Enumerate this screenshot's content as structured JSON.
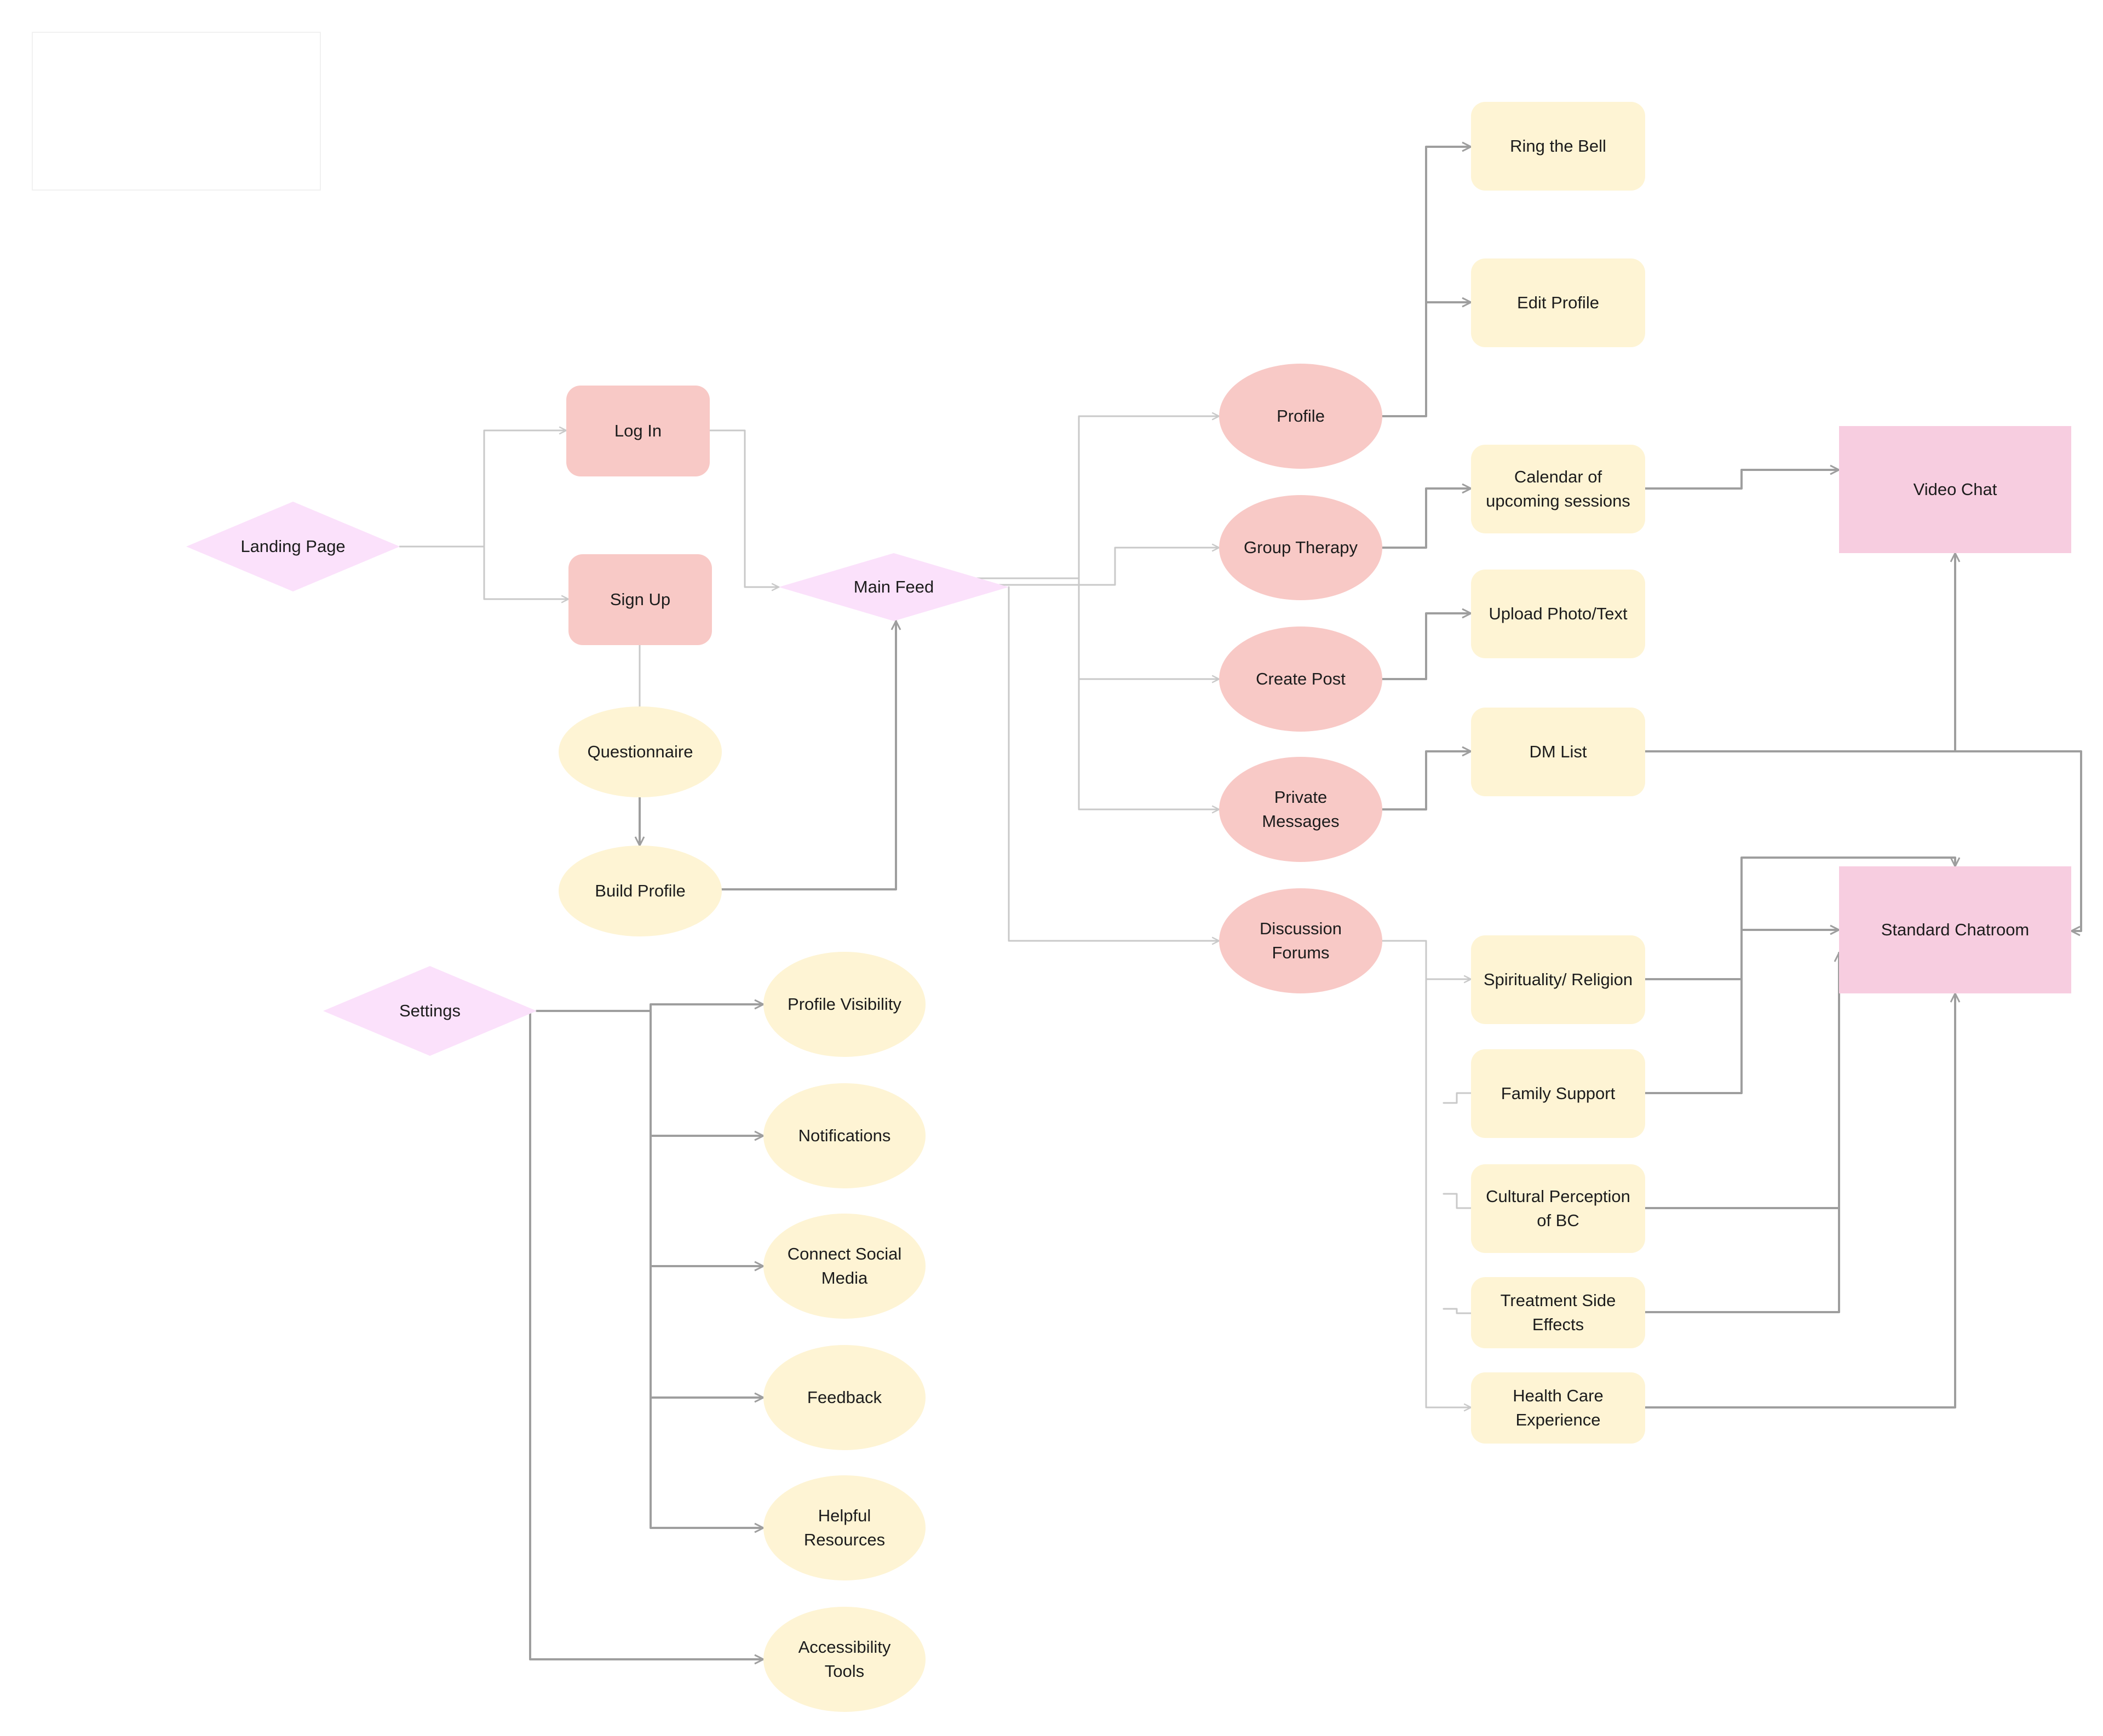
{
  "colors": {
    "pink_node": "#f8c9c6",
    "cream_node": "#fef4d4",
    "magenta_rect": "#f7cde0",
    "diamond": "#fbe1fb",
    "edge_dark": "#9e9e9e",
    "edge_light": "#c9c9c9"
  },
  "nodes": {
    "landing_page": "Landing Page",
    "log_in": "Log In",
    "sign_up": "Sign Up",
    "questionnaire": "Questionnaire",
    "build_profile": "Build Profile",
    "main_feed": "Main Feed",
    "settings": "Settings",
    "profile": "Profile",
    "group_therapy": "Group Therapy",
    "create_post": "Create Post",
    "private_messages": [
      "Private",
      "Messages"
    ],
    "discussion_forums": [
      "Discussion",
      "Forums"
    ],
    "ring_the_bell": "Ring the Bell",
    "edit_profile": "Edit Profile",
    "calendar": [
      "Calendar of",
      "upcoming sessions"
    ],
    "upload_photo_text": "Upload Photo/Text",
    "dm_list": "DM List",
    "spirituality_religion": "Spirituality/ Religion",
    "family_support": "Family Support",
    "cultural_perception": [
      "Cultural Perception",
      "of BC"
    ],
    "treatment_side_effects": [
      "Treatment Side",
      "Effects"
    ],
    "health_care_experience": [
      "Health Care",
      "Experience"
    ],
    "video_chat": "Video Chat",
    "standard_chatroom": "Standard Chatroom",
    "profile_visibility": "Profile Visibility",
    "notifications": "Notifications",
    "connect_social_media": [
      "Connect Social",
      "Media"
    ],
    "feedback": "Feedback",
    "helpful_resources": [
      "Helpful",
      "Resources"
    ],
    "accessibility_tools": [
      "Accessibility",
      "Tools"
    ]
  }
}
